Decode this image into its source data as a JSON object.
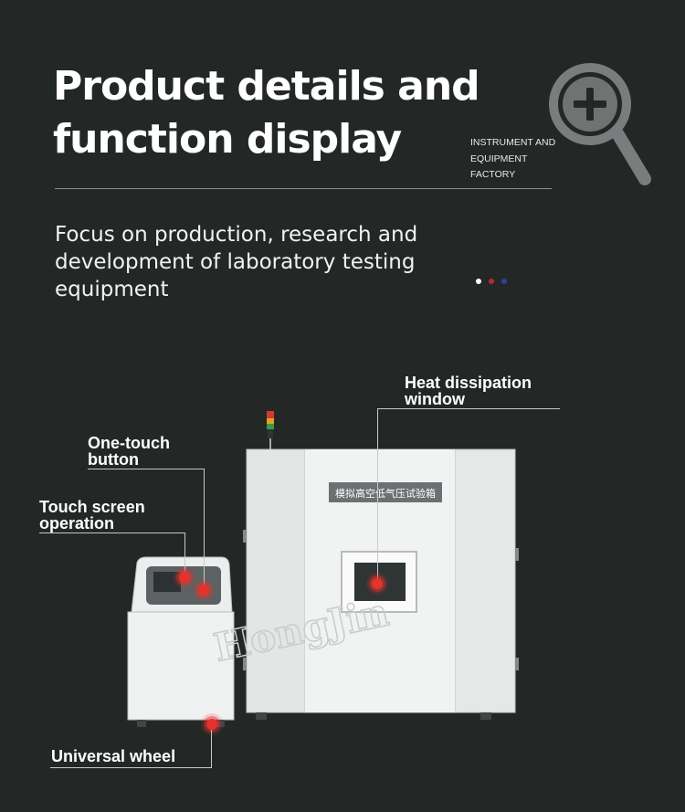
{
  "header": {
    "title_line1": "Product details and",
    "title_line2": "function display",
    "brand_line1": "INSTRUMENT AND",
    "brand_line2": "EQUIPMENT",
    "brand_line3": "FACTORY",
    "icon": "magnifier-plus-icon"
  },
  "tagline": {
    "line1": "Focus on production, research and",
    "line2": "development of laboratory testing",
    "line3": "equipment"
  },
  "dots": [
    "#ffffff",
    "#c0262b",
    "#27459b"
  ],
  "product": {
    "cabinet_plate": "模拟高空低气压试验箱",
    "watermark": "HongJin"
  },
  "callouts": {
    "one_touch_line1": "One-touch",
    "one_touch_line2": "button",
    "touch_screen_line1": "Touch screen",
    "touch_screen_line2": "operation",
    "heat_line1": "Heat dissipation",
    "heat_line2": "window",
    "wheel": "Universal wheel"
  },
  "colors": {
    "background": "#232827",
    "hotspot": "#e5322d",
    "line": "#c8c8c8"
  }
}
